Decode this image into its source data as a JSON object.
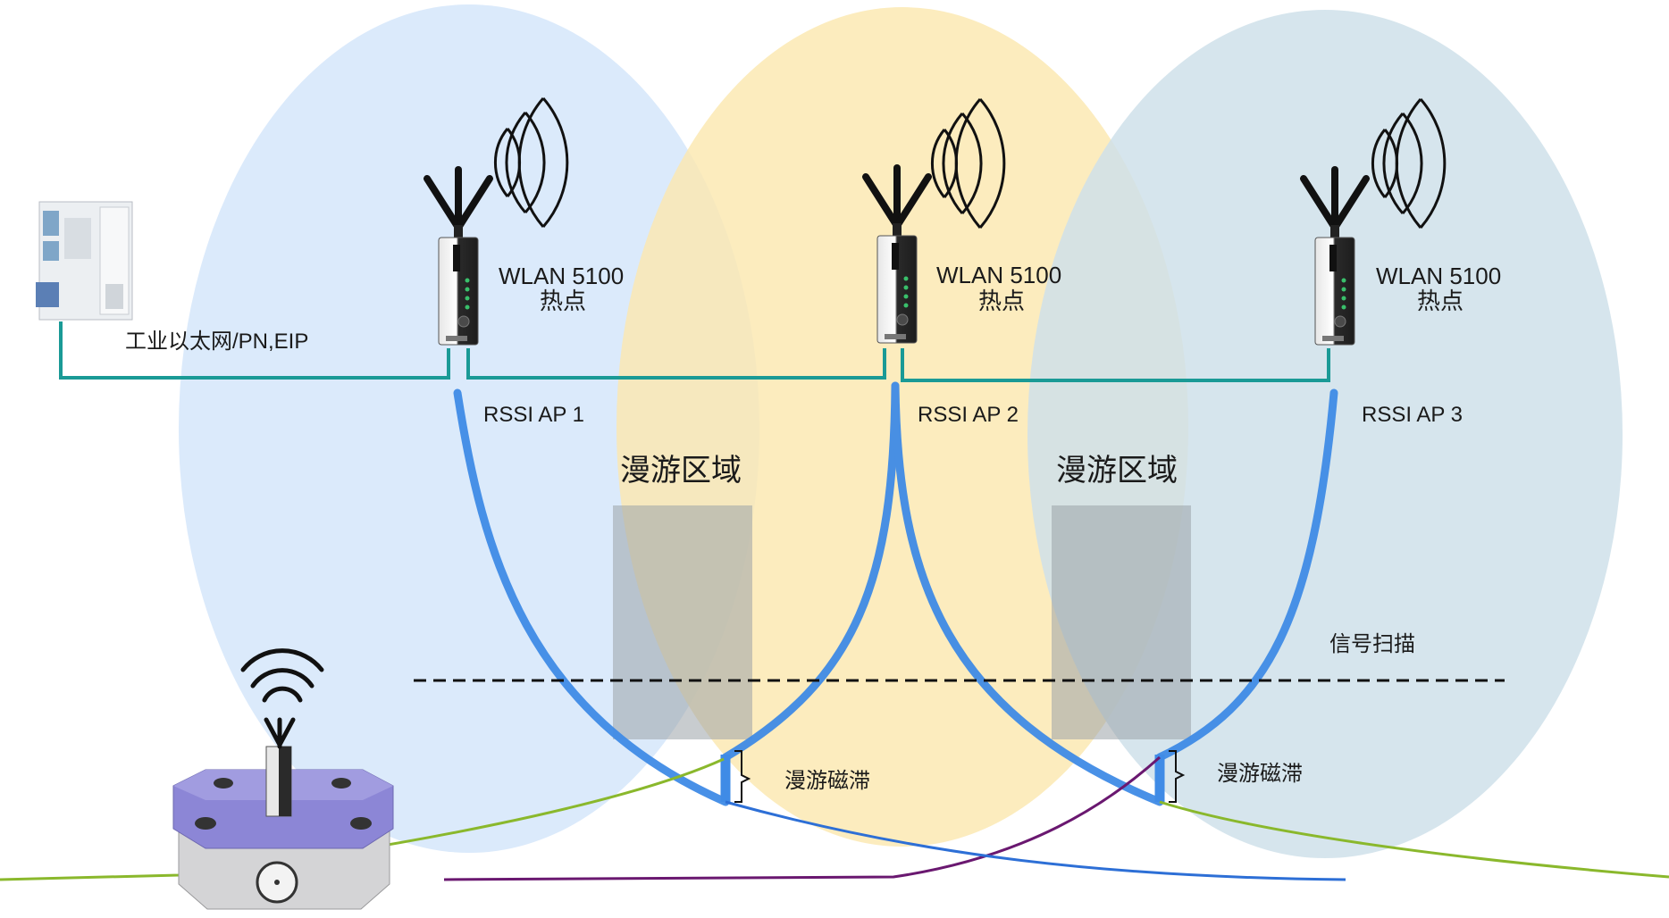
{
  "aps": [
    {
      "device_label": "WLAN 5100",
      "role_label": "热点",
      "rssi_label": "RSSI AP 1"
    },
    {
      "device_label": "WLAN 5100",
      "role_label": "热点",
      "rssi_label": "RSSI AP 2"
    },
    {
      "device_label": "WLAN 5100",
      "role_label": "热点",
      "rssi_label": "RSSI AP 3"
    }
  ],
  "network_label": "工业以太网/PN,EIP",
  "roaming_zone_label": "漫游区域",
  "roaming_tape_label": "漫游磁滞",
  "signal_scan_label": "信号扫描",
  "colors": {
    "cell_ap1": "#dbeafb",
    "cell_ap2": "#fbe8b0",
    "cell_ap3": "#cfe0ea",
    "network_cable": "#1a9a96",
    "rssi_curve": "#3f8be6",
    "track_green": "#8ab82c",
    "track_purple": "#6a1870",
    "track_blue": "#2d6fd6",
    "agv_body": "#8c86d6"
  }
}
